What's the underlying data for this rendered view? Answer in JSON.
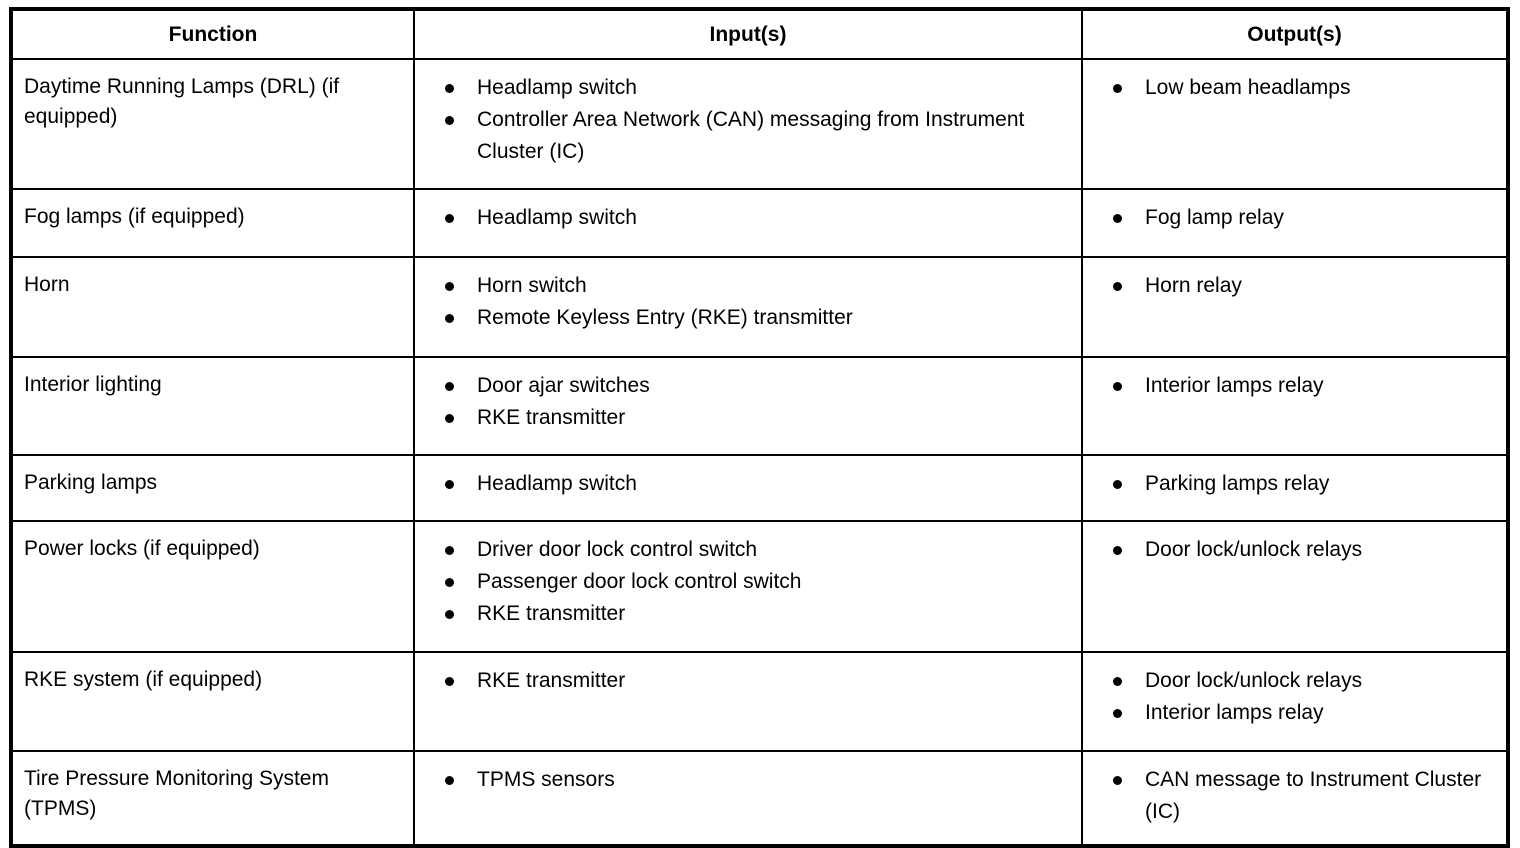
{
  "table": {
    "headers": {
      "function": "Function",
      "inputs": "Input(s)",
      "outputs": "Output(s)"
    },
    "rows": [
      {
        "function": "Daytime Running Lamps (DRL) (if equipped)",
        "inputs": [
          "Headlamp switch",
          "Controller Area Network (CAN) messaging from Instrument Cluster (IC)"
        ],
        "outputs": [
          "Low beam headlamps"
        ]
      },
      {
        "function": "Fog lamps (if equipped)",
        "inputs": [
          "Headlamp switch"
        ],
        "outputs": [
          "Fog lamp relay"
        ]
      },
      {
        "function": "Horn",
        "inputs": [
          "Horn switch",
          "Remote Keyless Entry (RKE) transmitter"
        ],
        "outputs": [
          "Horn relay"
        ]
      },
      {
        "function": "Interior lighting",
        "inputs": [
          "Door ajar switches",
          "RKE transmitter"
        ],
        "outputs": [
          "Interior lamps relay"
        ]
      },
      {
        "function": "Parking lamps",
        "inputs": [
          "Headlamp switch"
        ],
        "outputs": [
          "Parking lamps relay"
        ]
      },
      {
        "function": "Power locks (if equipped)",
        "inputs": [
          "Driver door lock control switch",
          "Passenger door lock control switch",
          "RKE transmitter"
        ],
        "outputs": [
          "Door lock/unlock relays"
        ]
      },
      {
        "function": "RKE system (if equipped)",
        "inputs": [
          "RKE transmitter"
        ],
        "outputs": [
          "Door lock/unlock relays",
          "Interior lamps relay"
        ]
      },
      {
        "function": "Tire Pressure Monitoring System (TPMS)",
        "inputs": [
          "TPMS sensors"
        ],
        "outputs": [
          "CAN message to Instrument Cluster (IC)"
        ]
      }
    ]
  },
  "colors": {
    "text": "#000000",
    "border": "#000000",
    "background": "#ffffff"
  }
}
